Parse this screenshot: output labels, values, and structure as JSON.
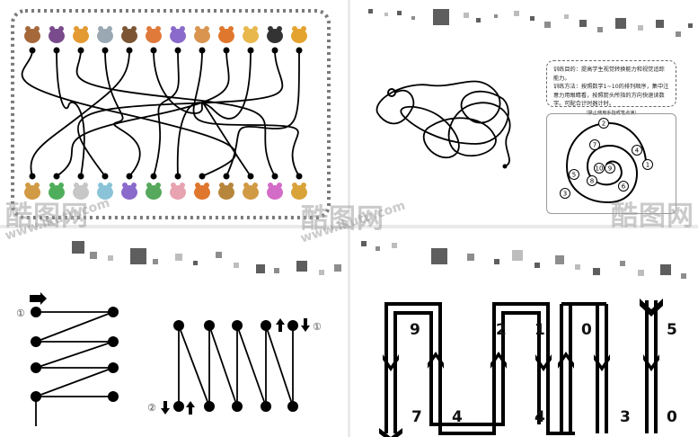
{
  "panel_2": {
    "instructions": {
      "line1": "训练目的：提高学生视觉转换能力和视觉追踪能力。",
      "line2": "训练方法：按照数字1~10的排列顺序，集中注意力用眼睛看，按照箭头所指的方向快速读数字。可配合计时器计时。",
      "note": "（禁止使用手指或笔点读）"
    },
    "spiral_numbers": [
      "1",
      "2",
      "3",
      "4",
      "5",
      "6",
      "7",
      "8",
      "9",
      "10"
    ]
  },
  "panel_3": {
    "start_marker_left": "①",
    "start_marker_right": "①",
    "end_marker": "②"
  },
  "panel_4": {
    "digits": [
      "9",
      "2",
      "1",
      "0",
      "5",
      "7",
      "4",
      "4",
      "3",
      "0"
    ]
  },
  "watermark": {
    "logo": "酷图网",
    "url": "www.ikutu.com"
  },
  "colors": {
    "ink": "#000000",
    "dashed_border": "#7a7a7a",
    "decor_square": "#5e5e5e"
  }
}
